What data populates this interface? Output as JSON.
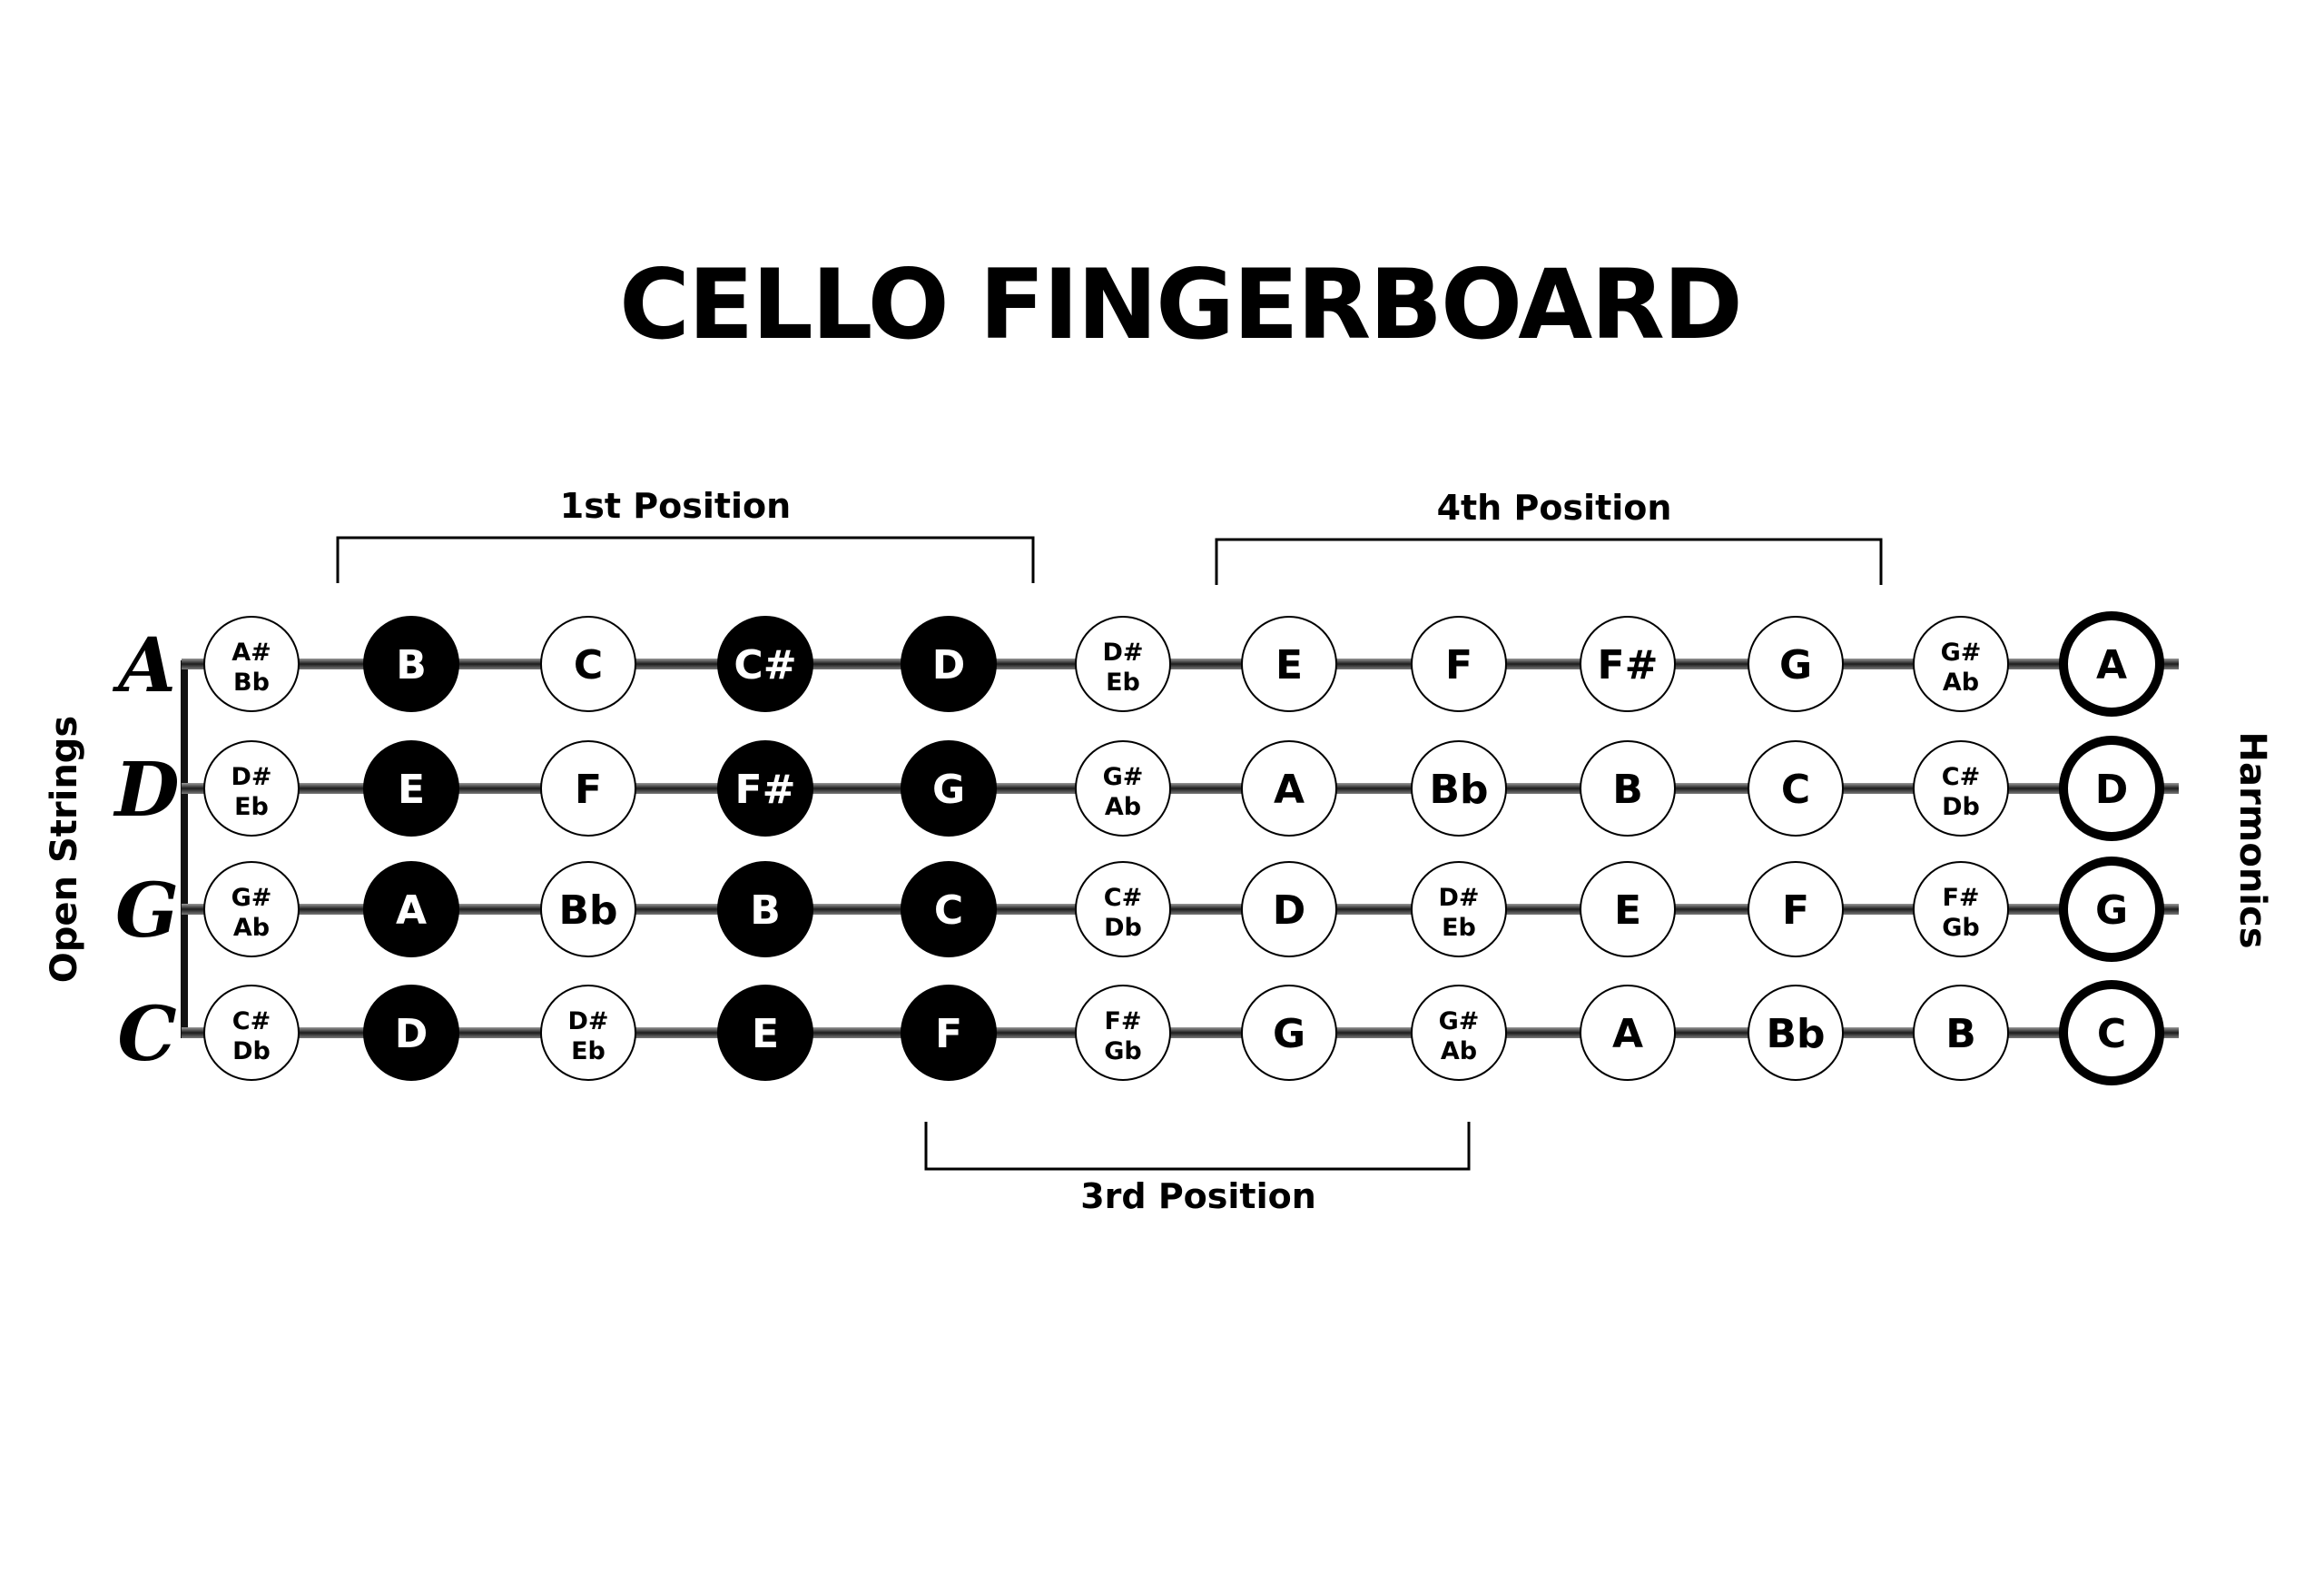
{
  "title": "CELLO FINGERBOARD",
  "labels": {
    "open_strings": "Open Strings",
    "harmonics": "Harmonics"
  },
  "positions": {
    "first": "1st Position",
    "third": "3rd Position",
    "fourth": "4th Position"
  },
  "colors": {
    "background": "#ffffff",
    "ink": "#000000",
    "string": "#2a2a2a"
  },
  "strings": [
    {
      "open": "A",
      "notes": [
        {
          "lines": [
            "A#",
            "Bb"
          ],
          "style": "outline"
        },
        {
          "lines": [
            "B"
          ],
          "style": "filled"
        },
        {
          "lines": [
            "C"
          ],
          "style": "outline"
        },
        {
          "lines": [
            "C#"
          ],
          "style": "filled"
        },
        {
          "lines": [
            "D"
          ],
          "style": "filled"
        },
        {
          "lines": [
            "D#",
            "Eb"
          ],
          "style": "outline"
        },
        {
          "lines": [
            "E"
          ],
          "style": "outline"
        },
        {
          "lines": [
            "F"
          ],
          "style": "outline"
        },
        {
          "lines": [
            "F#"
          ],
          "style": "outline"
        },
        {
          "lines": [
            "G"
          ],
          "style": "outline"
        },
        {
          "lines": [
            "G#",
            "Ab"
          ],
          "style": "outline"
        },
        {
          "lines": [
            "A"
          ],
          "style": "harmonic"
        }
      ]
    },
    {
      "open": "D",
      "notes": [
        {
          "lines": [
            "D#",
            "Eb"
          ],
          "style": "outline"
        },
        {
          "lines": [
            "E"
          ],
          "style": "filled"
        },
        {
          "lines": [
            "F"
          ],
          "style": "outline"
        },
        {
          "lines": [
            "F#"
          ],
          "style": "filled"
        },
        {
          "lines": [
            "G"
          ],
          "style": "filled"
        },
        {
          "lines": [
            "G#",
            "Ab"
          ],
          "style": "outline"
        },
        {
          "lines": [
            "A"
          ],
          "style": "outline"
        },
        {
          "lines": [
            "Bb"
          ],
          "style": "outline"
        },
        {
          "lines": [
            "B"
          ],
          "style": "outline"
        },
        {
          "lines": [
            "C"
          ],
          "style": "outline"
        },
        {
          "lines": [
            "C#",
            "Db"
          ],
          "style": "outline"
        },
        {
          "lines": [
            "D"
          ],
          "style": "harmonic"
        }
      ]
    },
    {
      "open": "G",
      "notes": [
        {
          "lines": [
            "G#",
            "Ab"
          ],
          "style": "outline"
        },
        {
          "lines": [
            "A"
          ],
          "style": "filled"
        },
        {
          "lines": [
            "Bb"
          ],
          "style": "outline"
        },
        {
          "lines": [
            "B"
          ],
          "style": "filled"
        },
        {
          "lines": [
            "C"
          ],
          "style": "filled"
        },
        {
          "lines": [
            "C#",
            "Db"
          ],
          "style": "outline"
        },
        {
          "lines": [
            "D"
          ],
          "style": "outline"
        },
        {
          "lines": [
            "D#",
            "Eb"
          ],
          "style": "outline"
        },
        {
          "lines": [
            "E"
          ],
          "style": "outline"
        },
        {
          "lines": [
            "F"
          ],
          "style": "outline"
        },
        {
          "lines": [
            "F#",
            "Gb"
          ],
          "style": "outline"
        },
        {
          "lines": [
            "G"
          ],
          "style": "harmonic"
        }
      ]
    },
    {
      "open": "C",
      "notes": [
        {
          "lines": [
            "C#",
            "Db"
          ],
          "style": "outline"
        },
        {
          "lines": [
            "D"
          ],
          "style": "filled"
        },
        {
          "lines": [
            "D#",
            "Eb"
          ],
          "style": "outline"
        },
        {
          "lines": [
            "E"
          ],
          "style": "filled"
        },
        {
          "lines": [
            "F"
          ],
          "style": "filled"
        },
        {
          "lines": [
            "F#",
            "Gb"
          ],
          "style": "outline"
        },
        {
          "lines": [
            "G"
          ],
          "style": "outline"
        },
        {
          "lines": [
            "G#",
            "Ab"
          ],
          "style": "outline"
        },
        {
          "lines": [
            "A"
          ],
          "style": "outline"
        },
        {
          "lines": [
            "Bb"
          ],
          "style": "outline"
        },
        {
          "lines": [
            "B"
          ],
          "style": "outline"
        },
        {
          "lines": [
            "C"
          ],
          "style": "harmonic"
        }
      ]
    }
  ]
}
